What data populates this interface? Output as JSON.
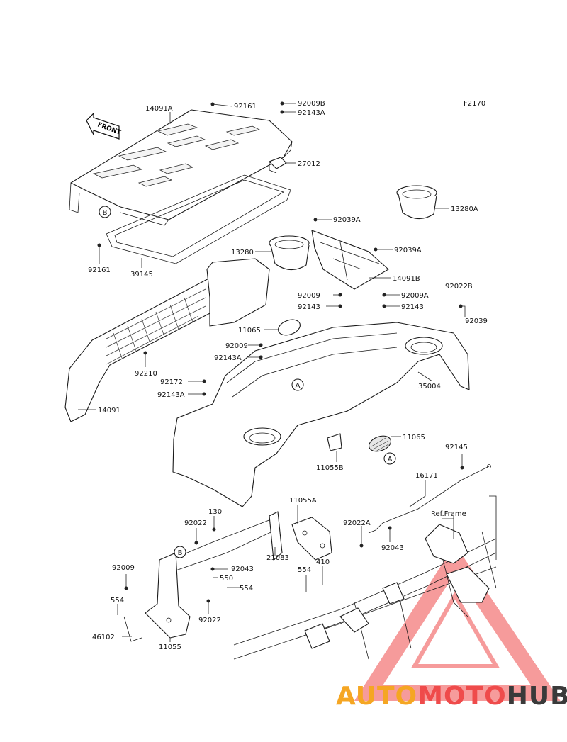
{
  "figure_code": "F2170",
  "front_label": "FRONT",
  "ref_frame_label": "Ref.Frame",
  "callouts": {
    "A1": "A",
    "A2": "A",
    "B1": "B",
    "B2": "B"
  },
  "part_labels": {
    "p14091A": "14091A",
    "p92161_top": "92161",
    "p92009B": "92009B",
    "p92143A_top": "92143A",
    "p27012": "27012",
    "p13280A": "13280A",
    "p92161_left": "92161",
    "p39145": "39145",
    "p92039A_1": "92039A",
    "p13280": "13280",
    "p92039A_2": "92039A",
    "p14091B": "14091B",
    "p92009_a": "92009",
    "p92009A": "92009A",
    "p92022B": "92022B",
    "p92143_a": "92143",
    "p92143_b": "92143",
    "p92039": "92039",
    "p11065_top": "11065",
    "p92009_b": "92009",
    "p92143A_mid": "92143A",
    "p92210": "92210",
    "p92172": "92172",
    "p92143A_low": "92143A",
    "p35004": "35004",
    "p14091": "14091",
    "p11065_low": "11065",
    "p11055B": "11055B",
    "p92145": "92145",
    "p16171": "16171",
    "p130": "130",
    "p11055A": "11055A",
    "p92022_a": "92022",
    "p92022A": "92022A",
    "p21083": "21083",
    "p92043_a": "92043",
    "p92009_c": "92009",
    "p92043_b": "92043",
    "p554_a": "554",
    "p410": "410",
    "p550": "550",
    "p554_b": "554",
    "p554_c": "554",
    "p92022_b": "92022",
    "p46102": "46102",
    "p11055": "11055"
  },
  "watermark": {
    "part1": "AUTO",
    "part2": "MOTO",
    "part3": "HUB",
    "color_orange": "#f5a623",
    "color_red": "#ef4b4b",
    "color_grey": "#3a3a3a"
  }
}
